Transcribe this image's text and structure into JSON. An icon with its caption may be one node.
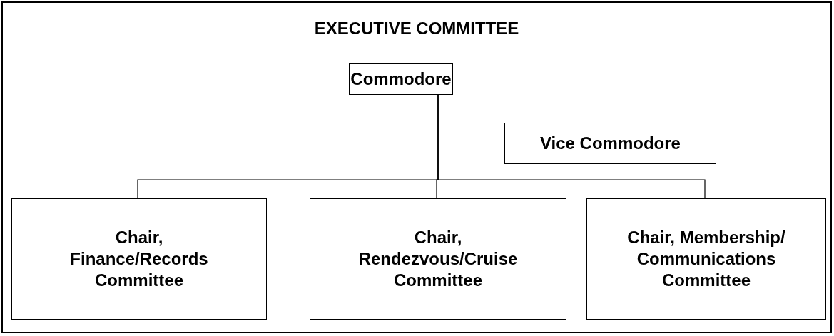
{
  "diagram": {
    "nodes": [
      {
        "text": [
          "EXECUTIVE COMMITTEE"
        ]
      },
      {
        "text": [
          "Commodore"
        ],
        "in": 0
      },
      {
        "text": [
          "Vice Commodore"
        ],
        "in": 0
      },
      {
        "text": [
          "Chair, Finance/Records Committee"
        ],
        "in": 0
      },
      {
        "text": [
          "Chair, Rendezvous/Cruise Committee"
        ],
        "in": 0
      },
      {
        "text": [
          "Chair, Membership/ Communications Committee"
        ],
        "in": 0
      }
    ],
    "edges": [
      {
        "from": 1,
        "to": 3,
        "arrow": "none"
      },
      {
        "from": 1,
        "to": 4,
        "arrow": "none"
      },
      {
        "from": 1,
        "to": 5,
        "arrow": "none"
      }
    ]
  }
}
